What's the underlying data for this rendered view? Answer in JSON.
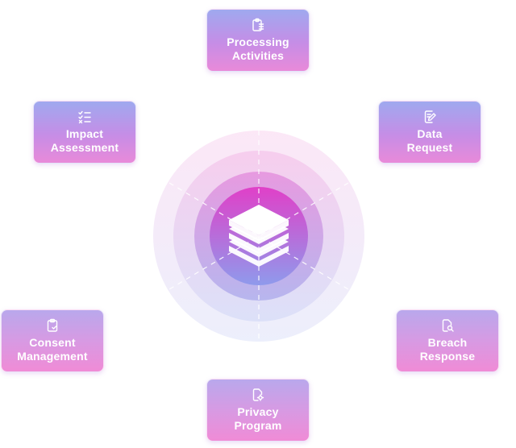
{
  "cards": [
    {
      "id": "processing",
      "label": "Processing\nActivities",
      "icon": "clipboard-list-icon"
    },
    {
      "id": "impact",
      "label": "Impact\nAssessment",
      "icon": "checklist-icon"
    },
    {
      "id": "data",
      "label": "Data\nRequest",
      "icon": "document-edit-icon"
    },
    {
      "id": "consent",
      "label": "Consent\nManagement",
      "icon": "clipboard-check-icon"
    },
    {
      "id": "breach",
      "label": "Breach\nResponse",
      "icon": "document-search-icon"
    },
    {
      "id": "privacy",
      "label": "Privacy\nProgram",
      "icon": "document-settings-icon"
    }
  ],
  "hub": {
    "icon": "layers-stack-icon"
  },
  "colors": {
    "card_top": "#9fa9ef",
    "card_bottom": "#f08bd6",
    "hub_inner": "#e040c8",
    "hub_outer": "#8f9aec"
  }
}
